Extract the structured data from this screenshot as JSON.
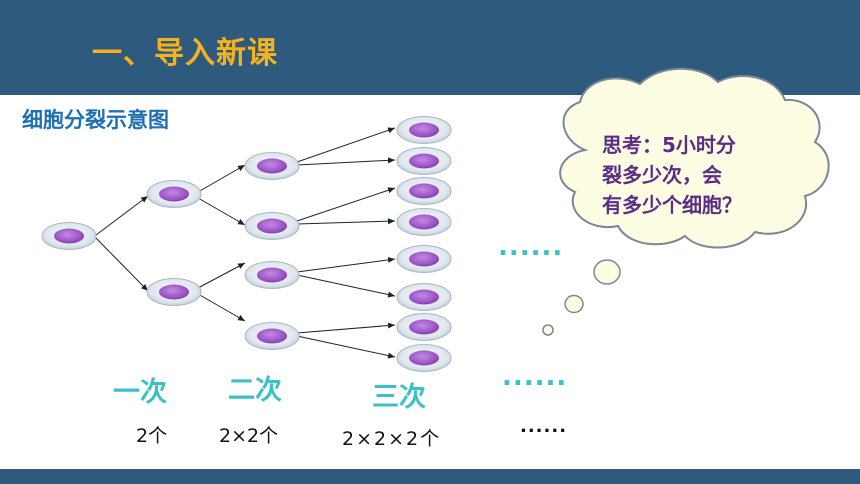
{
  "header": {
    "title": "一、导入新课"
  },
  "subtitle": "细胞分裂示意图",
  "steps": {
    "first": "一次",
    "second": "二次",
    "third": "三次"
  },
  "counts": {
    "first": "2个",
    "second": "2×2个",
    "third": "2×2×2个"
  },
  "ellipsis": {
    "upper": "......",
    "middle": "......",
    "lower": "......"
  },
  "thought": {
    "line1": "思考：5小时分",
    "line2": "裂多少次，会",
    "line3": "有多少个细胞？"
  },
  "colors": {
    "header_bg": "#2e5a7e",
    "title": "#f5b21c",
    "subtitle": "#1f6fb5",
    "step_label": "#3cc0c8",
    "thought_text": "#5b2d86",
    "cell_nucleus": "#9b52c7"
  },
  "icons": [
    "cell-icon",
    "thought-bubble-icon",
    "arrow-icon"
  ]
}
